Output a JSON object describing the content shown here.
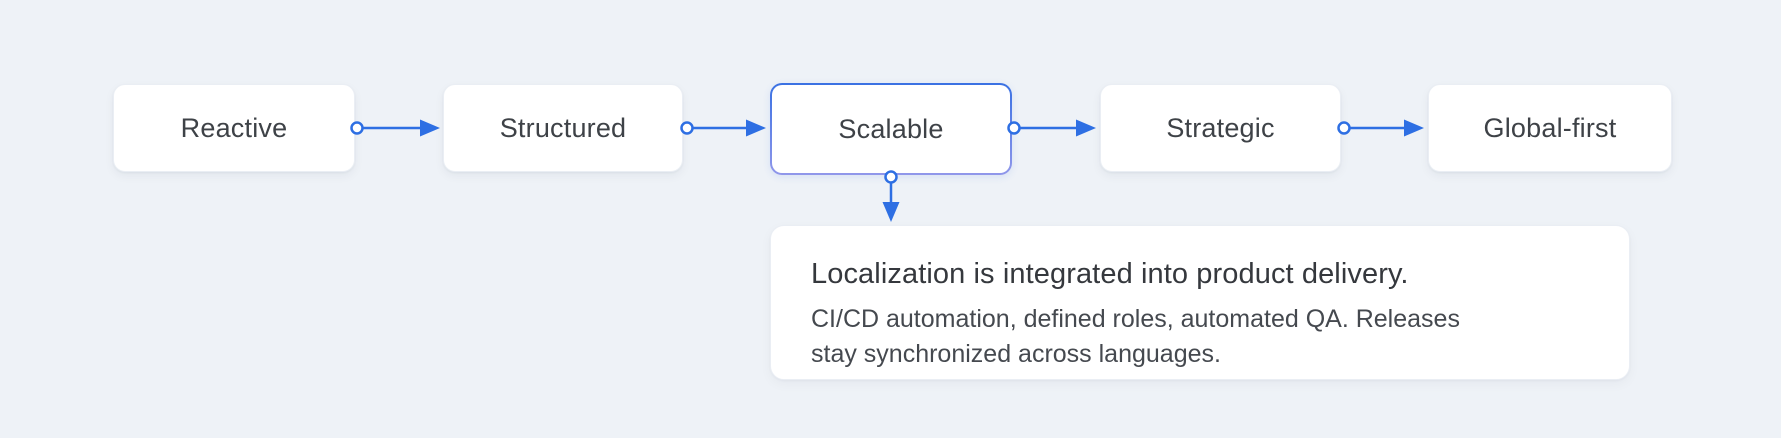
{
  "flow": {
    "stages": [
      {
        "label": "Reactive",
        "selected": false
      },
      {
        "label": "Structured",
        "selected": false
      },
      {
        "label": "Scalable",
        "selected": true
      },
      {
        "label": "Strategic",
        "selected": false
      },
      {
        "label": "Global-first",
        "selected": false
      }
    ],
    "edges": [
      {
        "from": "Reactive",
        "to": "Structured"
      },
      {
        "from": "Structured",
        "to": "Scalable"
      },
      {
        "from": "Scalable",
        "to": "Strategic"
      },
      {
        "from": "Strategic",
        "to": "Global-first"
      },
      {
        "from": "Scalable",
        "to": "detail-card"
      }
    ]
  },
  "detail_card": {
    "title": "Localization is integrated into product delivery.",
    "description": "CI/CD automation, defined roles, automated QA. Releases stay synchronized across languages."
  },
  "colors": {
    "background": "#eef2f7",
    "arrow_blue": "#2e6fe3",
    "selected_border_top": "#3a71e3",
    "selected_border_bottom": "#9097ea",
    "node_text": "#3e4247",
    "card_title_text": "#35383d",
    "card_body_text": "#45494f"
  }
}
